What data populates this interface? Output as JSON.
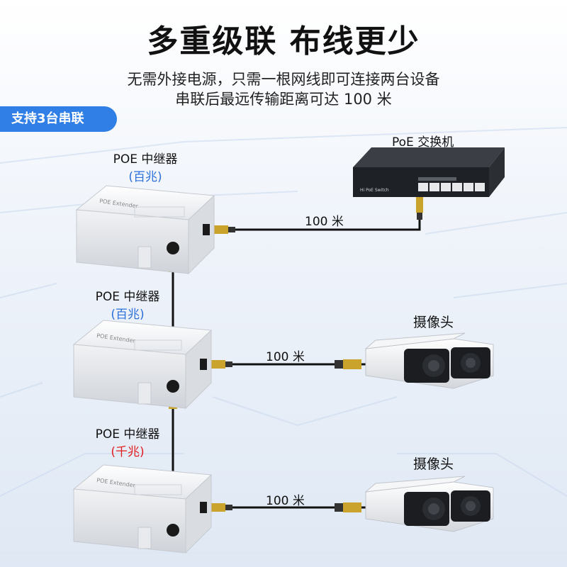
{
  "title": "多重级联  布线更少",
  "subtitle_line1": "无需外接电源，只需一根网线即可连接两台设备",
  "subtitle_line2": "串联后最远传输距离可达 100 米",
  "badge": "支持3台串联",
  "switch": {
    "label": "PoE 交换机",
    "panel_text": "Hi PoE Switch"
  },
  "extenders": [
    {
      "name": "POE 中继器",
      "speed": "(百兆)",
      "case_text": "POE Extender"
    },
    {
      "name": "POE 中继器",
      "speed": "(百兆)",
      "case_text": "POE Extender"
    },
    {
      "name": "POE 中继器",
      "speed": "(千兆)",
      "case_text": "POE Extender"
    }
  ],
  "cameras": [
    {
      "label": "摄像头"
    },
    {
      "label": "摄像头"
    }
  ],
  "distances": [
    "100 米",
    "100 米",
    "100 米"
  ],
  "colors": {
    "accent": "#2f7fe6",
    "speed_100m": "#2b6fd8",
    "speed_1000m": "#e31d1d"
  }
}
